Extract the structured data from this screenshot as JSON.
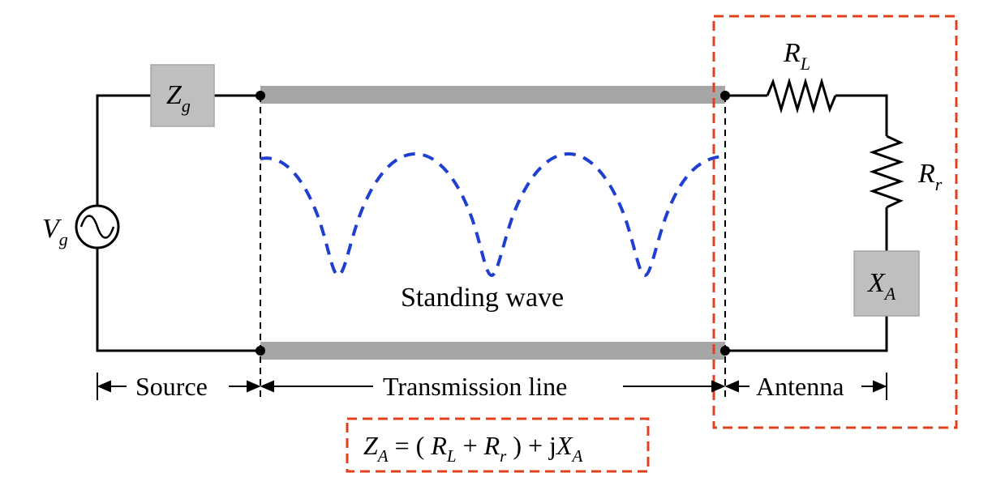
{
  "labels": {
    "source_voltage": "V",
    "source_voltage_sub": "g",
    "source_impedance": "Z",
    "source_impedance_sub": "g",
    "load_resistance": "R",
    "load_resistance_sub": "L",
    "radiation_resistance": "R",
    "radiation_resistance_sub": "r",
    "antenna_reactance": "X",
    "antenna_reactance_sub": "A",
    "standing_wave": "Standing wave",
    "section_source": "Source",
    "section_line": "Transmission line",
    "section_antenna": "Antenna"
  },
  "formula": {
    "za": "Z",
    "za_sub": "A",
    "eq_open": " = ( ",
    "rl": "R",
    "rl_sub": "L",
    "plus": " + ",
    "rr": "R",
    "rr_sub": "r",
    "close_plus_j": " ) + j",
    "xa": "X",
    "xa_sub": "A"
  },
  "colors": {
    "wire": "#000000",
    "line_bar": "#a6a6a6",
    "box_fill": "#bfbfbf",
    "box_stroke": "#a6a6a6",
    "standing_wave": "#1f3fd0",
    "highlight_box": "#e0401e"
  }
}
